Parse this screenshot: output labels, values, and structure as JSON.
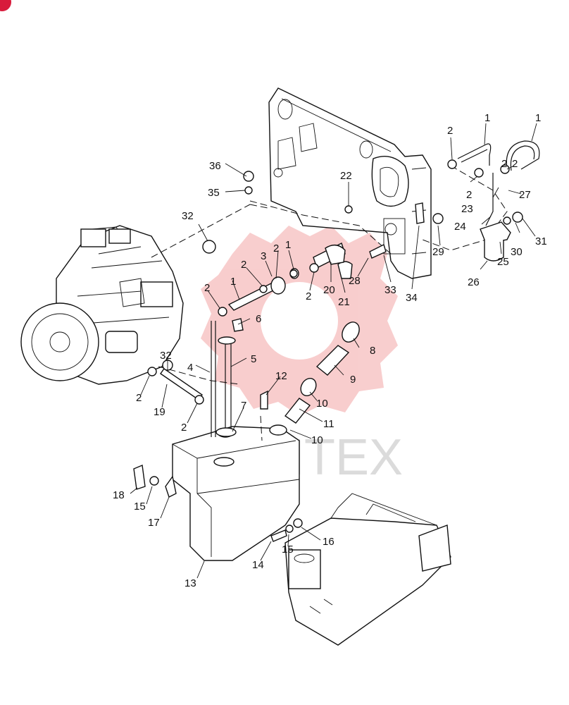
{
  "badge": {
    "text": ""
  },
  "watermark": {
    "text": "MHTEX"
  },
  "callouts": [
    "1",
    "1",
    "1",
    "1",
    "2",
    "2",
    "2",
    "2",
    "2",
    "2",
    "2",
    "2",
    "2",
    "2",
    "3",
    "4",
    "5",
    "6",
    "7",
    "8",
    "9",
    "10",
    "10",
    "11",
    "12",
    "13",
    "14",
    "15",
    "15",
    "16",
    "17",
    "18",
    "19",
    "20",
    "21",
    "22",
    "23",
    "24",
    "25",
    "26",
    "27",
    "28",
    "29",
    "30",
    "31",
    "32",
    "32",
    "33",
    "34",
    "35",
    "36"
  ]
}
